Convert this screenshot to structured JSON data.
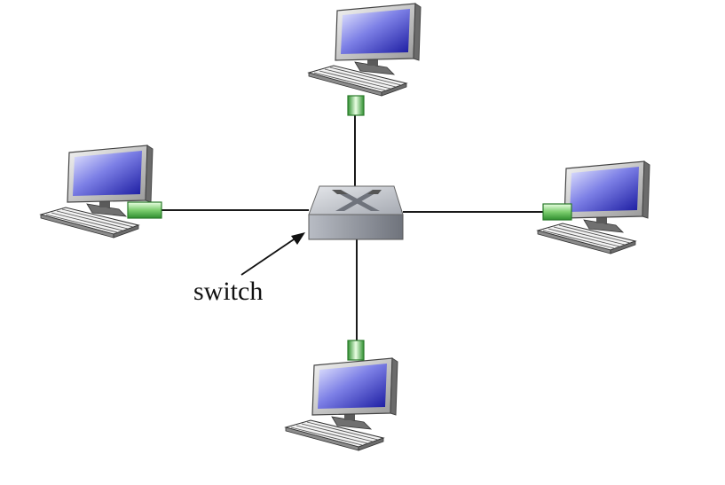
{
  "diagram": {
    "switch_label": "switch",
    "nodes": [
      {
        "id": "pc-top",
        "kind": "computer",
        "icon": "desktop-computer-icon"
      },
      {
        "id": "pc-left",
        "kind": "computer",
        "icon": "desktop-computer-icon"
      },
      {
        "id": "pc-right",
        "kind": "computer",
        "icon": "desktop-computer-icon"
      },
      {
        "id": "pc-bottom",
        "kind": "computer",
        "icon": "desktop-computer-icon"
      },
      {
        "id": "switch",
        "kind": "switch",
        "icon": "network-switch-icon"
      }
    ],
    "links": [
      {
        "from": "switch",
        "to": "pc-top"
      },
      {
        "from": "switch",
        "to": "pc-left"
      },
      {
        "from": "switch",
        "to": "pc-right"
      },
      {
        "from": "switch",
        "to": "pc-bottom"
      }
    ],
    "colors": {
      "screen_light": "#d8dcff",
      "screen_dark": "#1e1ea8",
      "connector": "#3fa83f",
      "connector_light": "#c8f0c0",
      "switch_top": "#c9ccd2",
      "switch_front": "#8b8f98",
      "cable": "#1a1a1a"
    }
  }
}
